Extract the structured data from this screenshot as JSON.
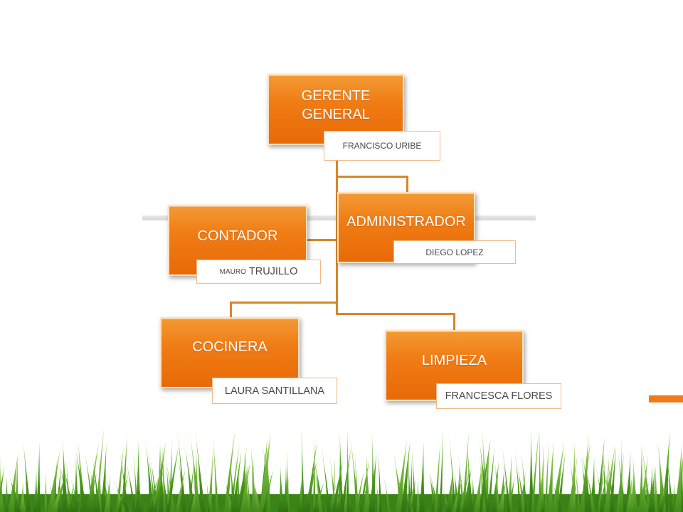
{
  "org_chart": {
    "gerente": {
      "title": "GERENTE GENERAL",
      "name": "FRANCISCO URIBE"
    },
    "administrador": {
      "title": "ADMINISTRADOR",
      "name": "DIEGO LOPEZ"
    },
    "contador": {
      "title": "CONTADOR",
      "name_first": "MAURO",
      "name_last": "TRUJILLO"
    },
    "cocinera": {
      "title": "COCINERA",
      "name": "LAURA SANTILLANA"
    },
    "limpieza": {
      "title": "LIMPIEZA",
      "name": "FRANCESCA FLORES"
    }
  },
  "colors": {
    "box_orange": "#f07c14",
    "connector": "#d9862a",
    "accent": "#f07a1a",
    "grass": "#4a9a1e"
  }
}
